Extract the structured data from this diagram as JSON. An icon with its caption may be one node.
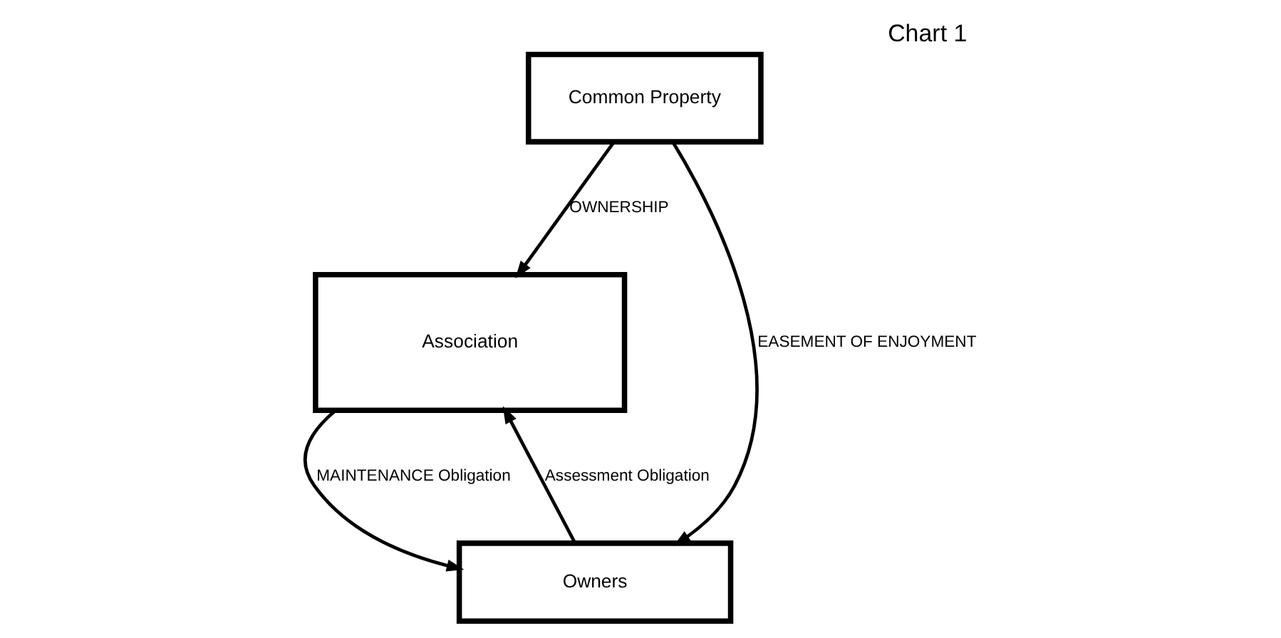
{
  "diagram": {
    "title": "Chart 1",
    "nodes": [
      {
        "text": [
          "Association"
        ]
      },
      {
        "text": [
          "Common Property"
        ]
      },
      {
        "text": [
          "Owners"
        ]
      }
    ],
    "edges": [
      {
        "from": 2,
        "to": 0,
        "arrow": "to",
        "label": "Assessment Obligation"
      },
      {
        "from": 0,
        "to": 2,
        "arrow": "to",
        "label": "MAINTENANCE Obligation"
      },
      {
        "from": 1,
        "to": 0,
        "arrow": "to",
        "label": "OWNERSHIP"
      },
      {
        "from": 1,
        "to": 2,
        "arrow": "to",
        "label": "EASEMENT OF ENJOYMENT"
      }
    ]
  }
}
